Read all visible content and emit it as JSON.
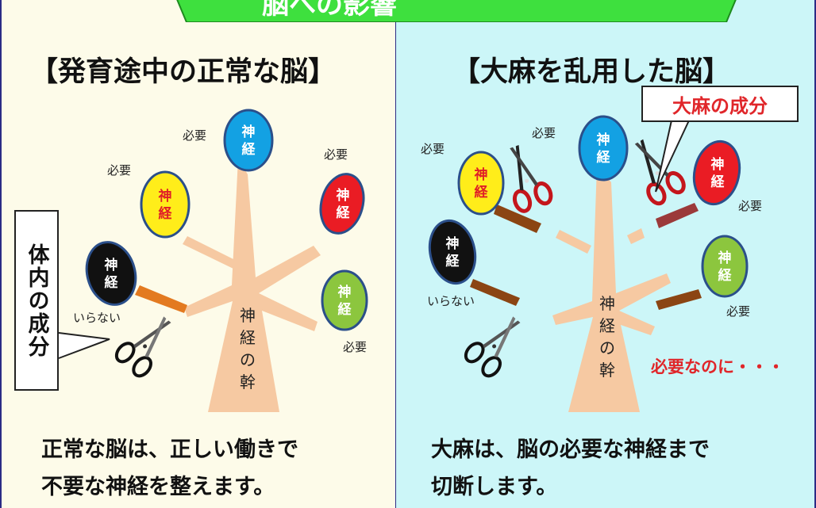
{
  "banner": {
    "title": "脳への影響"
  },
  "left": {
    "title": "【発育途中の正常な脳】",
    "side_box": "体内の成分",
    "labels": {
      "top": "必要",
      "upper_left": "必要",
      "upper_right": "必要",
      "lower_left": "いらない",
      "lower_right": "必要"
    },
    "node_text": "神経",
    "trunk": "神経の幹",
    "caption_line1": "正常な脳は、正しい働きで",
    "caption_line2": "不要な神経を整えます。"
  },
  "right": {
    "title": "【大麻を乱用した脳】",
    "callout": "大麻の成分",
    "labels": {
      "top": "必要",
      "upper_left": "必要",
      "upper_right": "必要",
      "lower_left": "いらない",
      "lower_right": "必要"
    },
    "node_text": "神経",
    "trunk": "神経の幹",
    "warning": "必要なのに・・・",
    "caption_line1": "大麻は、脳の必要な神経まで",
    "caption_line2": "切断します。"
  },
  "colors": {
    "left_bg": "#fdfbe9",
    "right_bg": "#ccf6f8",
    "border": "#2b2b85",
    "trunk": "#f6c9a2",
    "node_blue": "#13a1e3",
    "node_yellow": "#ffed1a",
    "node_red": "#ea1c24",
    "node_black": "#111111",
    "node_green": "#8cc63e",
    "severed_branch": "#8b4513",
    "banner": "#3ee03e",
    "warning_red": "#e0262a"
  }
}
